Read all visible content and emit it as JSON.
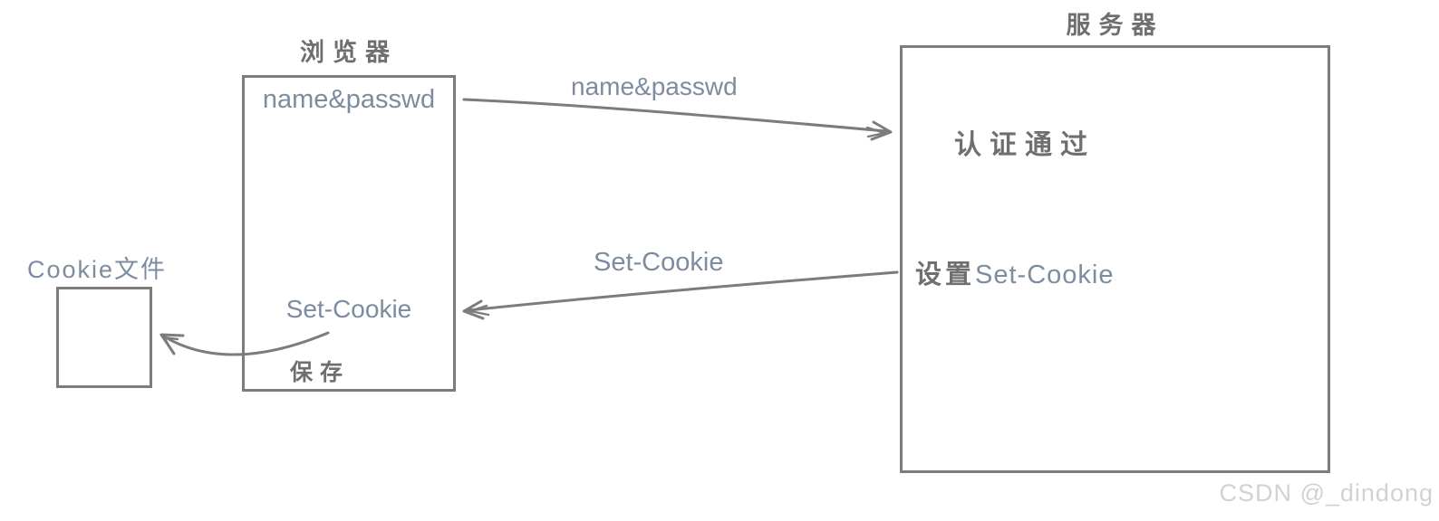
{
  "diagram": {
    "browser": {
      "title": "浏览器",
      "credentials_label": "name&passwd",
      "set_cookie_label": "Set-Cookie",
      "save_label": "保存"
    },
    "server": {
      "title": "服务器",
      "auth_passed_label": "认证通过",
      "set_cookie_prefix": "设置",
      "set_cookie_label": "Set-Cookie"
    },
    "cookie_file": {
      "title": "Cookie文件"
    },
    "arrows": {
      "request_label": "name&passwd",
      "response_label": "Set-Cookie"
    },
    "watermark": "CSDN @_dindong",
    "colors": {
      "line": "#7c7c7c",
      "english_text": "#7d8ca0",
      "chinese_text": "#6f6f6f",
      "watermark": "#d2d2d2"
    }
  }
}
